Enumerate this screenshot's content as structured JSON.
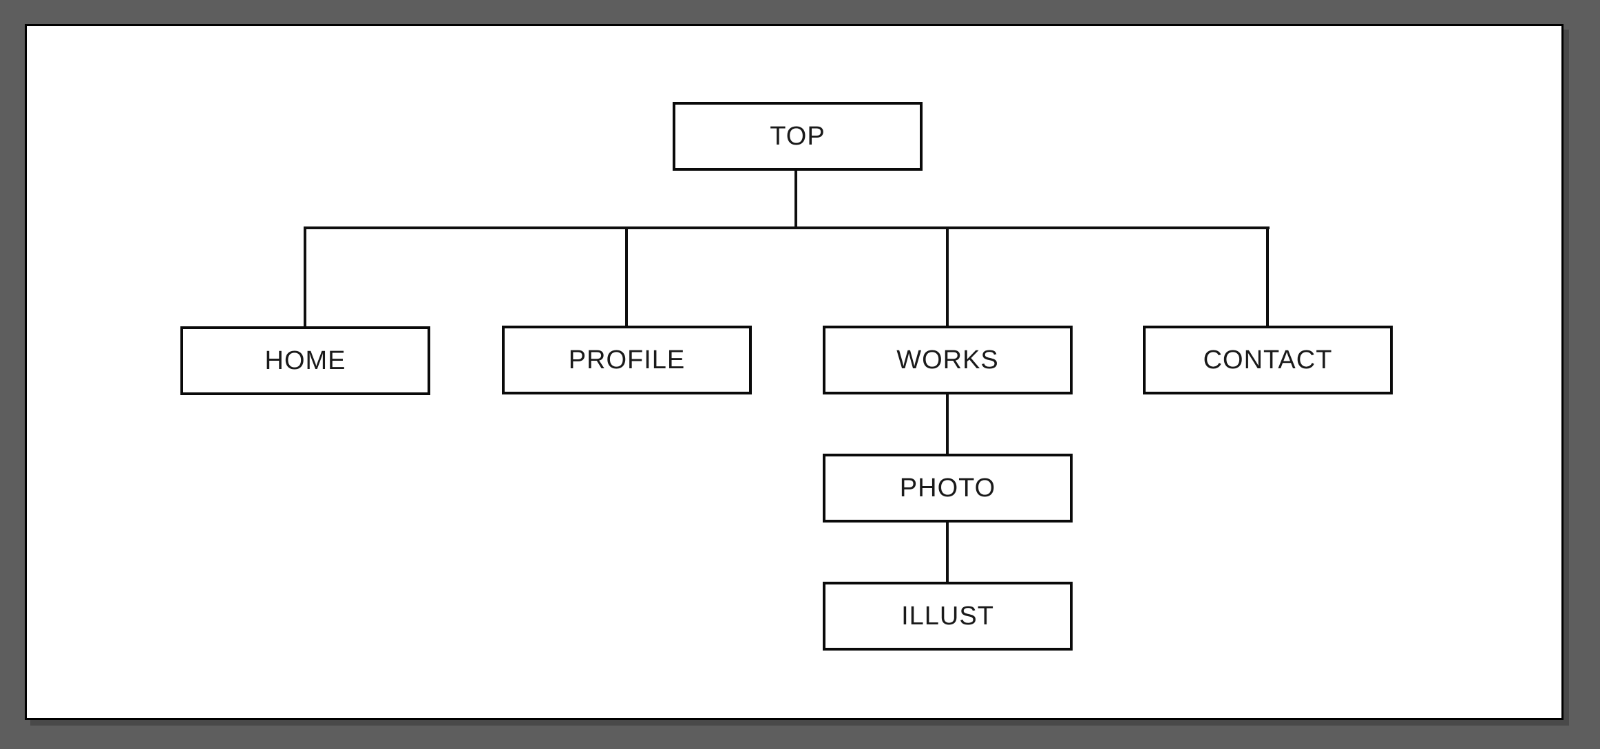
{
  "page": {
    "background_color": "#5e5e5e",
    "canvas_background": "#ffffff",
    "frame_border_color": "#000000"
  },
  "diagram": {
    "type": "sitemap-tree",
    "nodes": [
      {
        "id": "top",
        "label": "TOP",
        "parent": null
      },
      {
        "id": "home",
        "label": "HOME",
        "parent": "top"
      },
      {
        "id": "profile",
        "label": "PROFILE",
        "parent": "top"
      },
      {
        "id": "works",
        "label": "WORKS",
        "parent": "top"
      },
      {
        "id": "contact",
        "label": "CONTACT",
        "parent": "top"
      },
      {
        "id": "photo",
        "label": "PHOTO",
        "parent": "works"
      },
      {
        "id": "illust",
        "label": "ILLUST",
        "parent": "photo"
      }
    ],
    "edges": [
      [
        "top",
        "home"
      ],
      [
        "top",
        "profile"
      ],
      [
        "top",
        "works"
      ],
      [
        "top",
        "contact"
      ],
      [
        "works",
        "photo"
      ],
      [
        "photo",
        "illust"
      ]
    ],
    "style": {
      "box_fill": "#ffffff",
      "box_border": "#0a0a0a",
      "line_color": "#0f0f0f",
      "text_color": "#1a1a1a"
    }
  }
}
